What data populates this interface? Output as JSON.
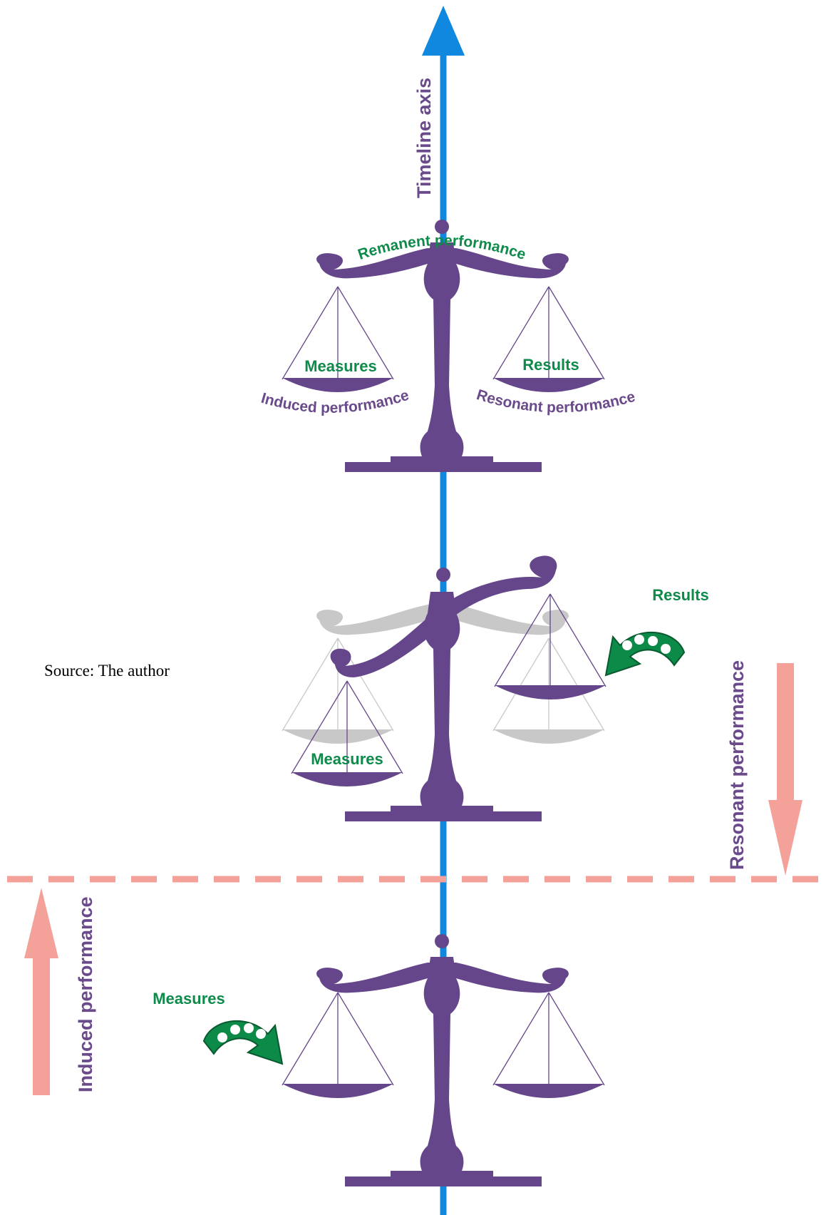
{
  "colors": {
    "purple": "#65468a",
    "green": "#0b8a48",
    "axis_blue": "#1188e0",
    "salmon": "#f4a19a",
    "ghost_gray": "#c8c8c8"
  },
  "axis": {
    "label": "Timeline axis"
  },
  "top_balance": {
    "arc_label": "Remanent performance",
    "left_pan": "Measures",
    "right_pan": "Results",
    "left_caption": "Induced performance",
    "right_caption": "Resonant performance"
  },
  "middle_balance": {
    "left_pan": "Measures",
    "arrow_label": "Results"
  },
  "bottom_balance": {
    "arrow_label": "Measures"
  },
  "side_labels": {
    "right": "Resonant performance",
    "left": "Induced performance"
  },
  "source": "Source: The author",
  "icons": [
    "up-arrow-icon",
    "down-arrow-icon",
    "curved-arrow-icon"
  ]
}
